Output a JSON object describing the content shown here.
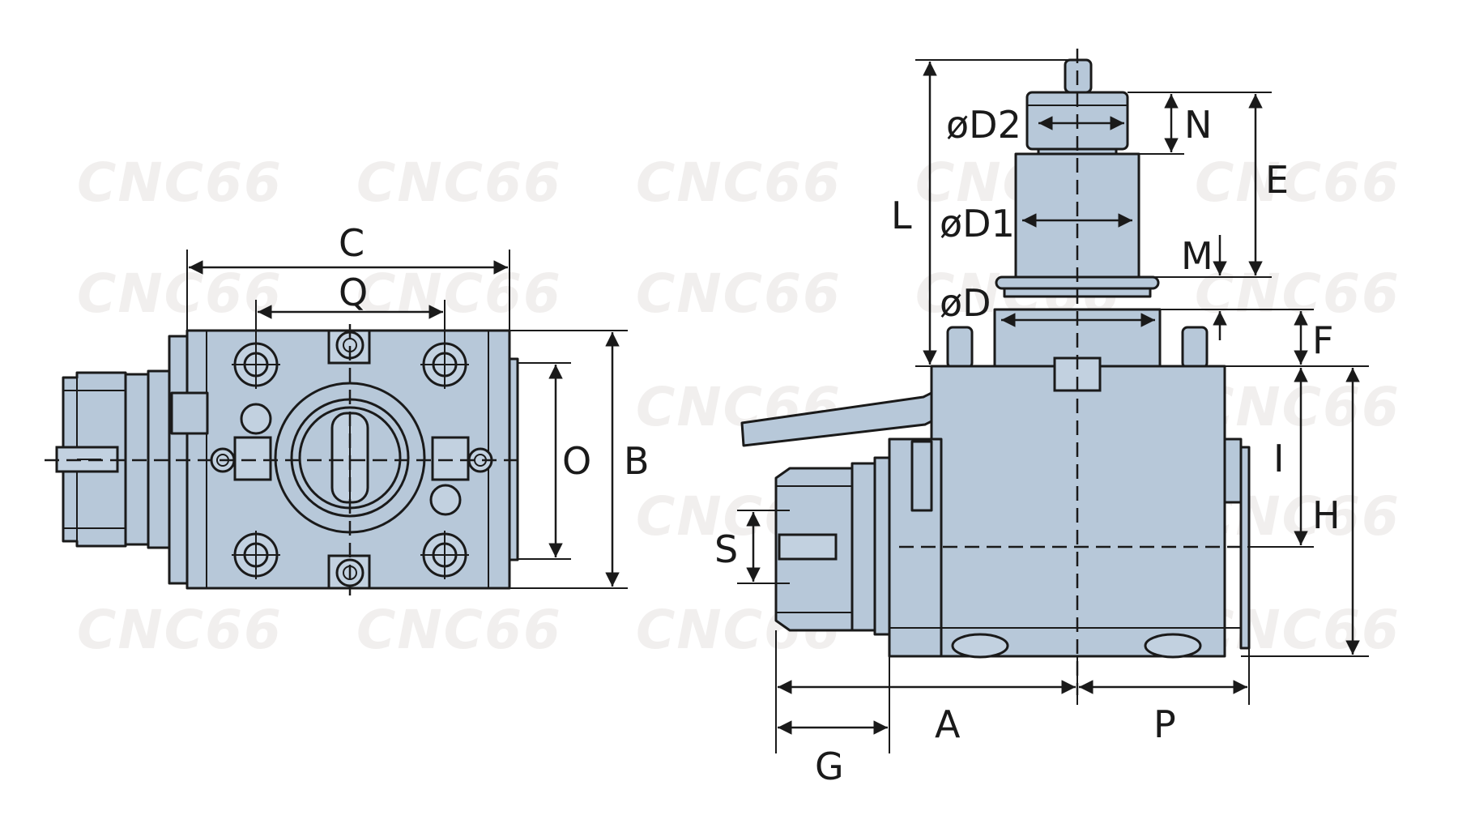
{
  "watermark": "CNC66",
  "labels": {
    "C": "C",
    "Q": "Q",
    "O": "O",
    "B": "B",
    "L": "L",
    "D2": "øD2",
    "N": "N",
    "E": "E",
    "D1": "øD1",
    "M": "M",
    "D": "øD",
    "F": "F",
    "I": "I",
    "H": "H",
    "S": "S",
    "A": "A",
    "P": "P",
    "G": "G"
  },
  "colors": {
    "body": "#b7c8d9",
    "line": "#1a1a1a",
    "watermark": "#f1efee"
  }
}
